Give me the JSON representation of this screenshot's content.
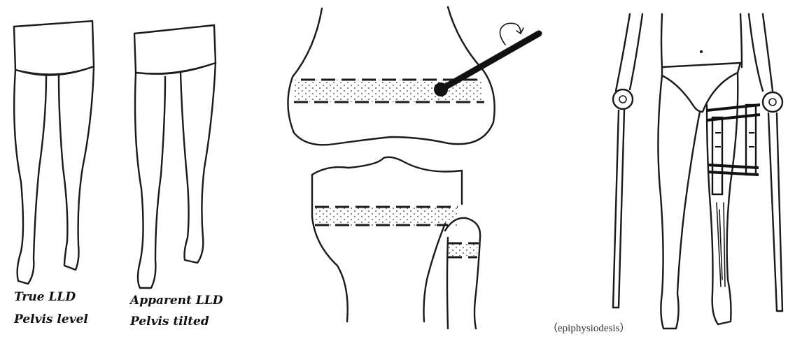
{
  "panels": {
    "lld_true": {
      "caption_line1": "True LLD",
      "caption_line2": "Pelvis level"
    },
    "lld_apparent": {
      "caption_line1": "Apparent LLD",
      "caption_line2": "Pelvis tilted"
    },
    "knee_epiphysiodesis": {},
    "external_fixator": {
      "caption": "（epiphysiodesis）"
    }
  },
  "colors": {
    "ink": "#1a1a1a",
    "background": "#ffffff"
  }
}
